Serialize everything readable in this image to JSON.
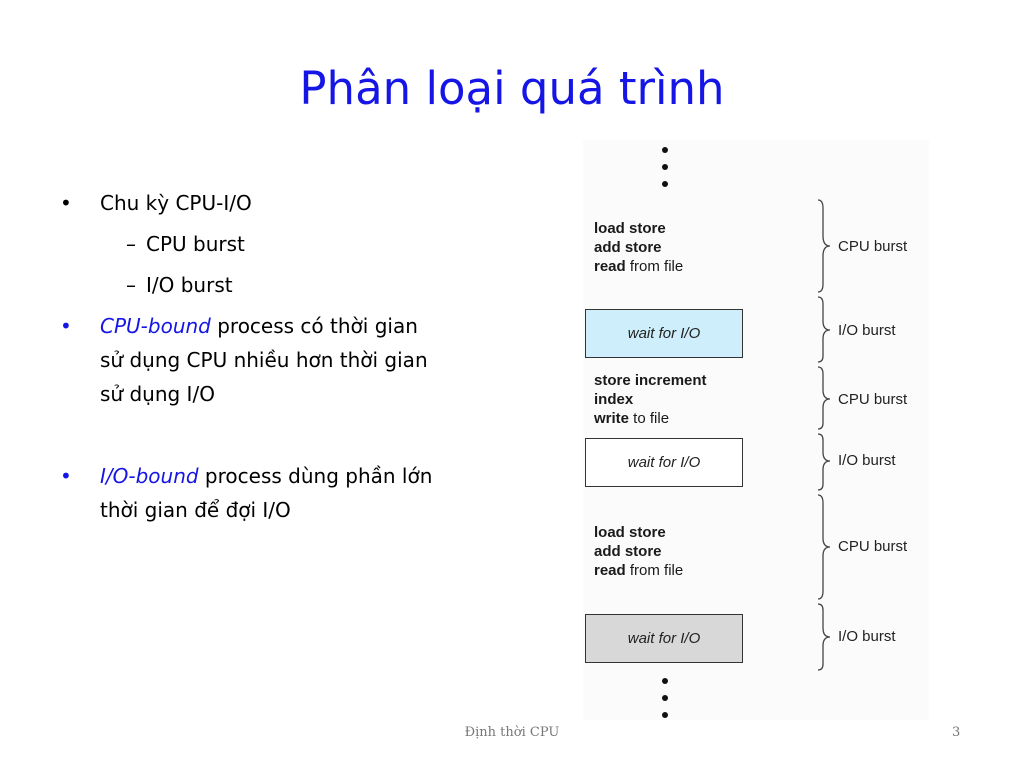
{
  "slide": {
    "title": "Phân loại quá trình",
    "bullets": [
      {
        "marker": "•",
        "text": "Chu kỳ CPU-I/O"
      },
      {
        "marker": "–",
        "text": "CPU burst"
      },
      {
        "marker": "–",
        "text": "I/O burst"
      },
      {
        "marker": "•",
        "emphasis": "CPU-bound",
        "lines": [
          " process có thời gian",
          "sử dụng CPU nhiều hơn thời gian",
          "sử dụng I/O"
        ]
      },
      {
        "marker": "•",
        "emphasis": "I/O-bound",
        "lines": [
          " process dùng phần lớn",
          "thời gian để đợi I/O"
        ]
      }
    ]
  },
  "diagram": {
    "code_blocks": [
      [
        {
          "kw": "load store",
          "rest": ""
        },
        {
          "kw": "add store",
          "rest": ""
        },
        {
          "kw": "read",
          "rest": " from file"
        }
      ],
      [
        {
          "kw": "store increment",
          "rest": ""
        },
        {
          "kw": "index",
          "rest": ""
        },
        {
          "kw": "write",
          "rest": " to file"
        }
      ],
      [
        {
          "kw": "load store",
          "rest": ""
        },
        {
          "kw": "add store",
          "rest": ""
        },
        {
          "kw": "read",
          "rest": " from file"
        }
      ]
    ],
    "wait_boxes": [
      {
        "label": "wait for I/O",
        "fill": "#cdeefa"
      },
      {
        "label": "wait for I/O",
        "fill": "#ffffff"
      },
      {
        "label": "wait for I/O",
        "fill": "#d8d8d8"
      }
    ],
    "burst_labels": [
      "CPU burst",
      "I/O burst",
      "CPU burst",
      "I/O burst",
      "CPU burst",
      "I/O burst"
    ]
  },
  "footer": {
    "center": "Định thời CPU",
    "page": "3"
  }
}
